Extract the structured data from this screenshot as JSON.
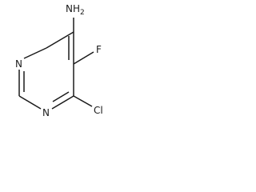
{
  "structure": {
    "atoms": {
      "amine": {
        "symbol": "NH",
        "subscript": "2"
      },
      "fluorine": {
        "symbol": "F"
      },
      "chlorine": {
        "symbol": "Cl"
      },
      "ring_n1": {
        "symbol": "N"
      },
      "ring_n3": {
        "symbol": "N"
      }
    }
  },
  "colors": {
    "ink": "#1a1a1a",
    "background": "#ffffff"
  }
}
